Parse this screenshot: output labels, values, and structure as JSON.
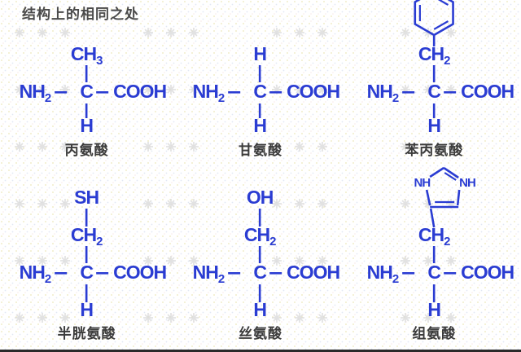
{
  "title": "结构上的相同之处",
  "colors": {
    "structure_blue": "#2a3cd2",
    "label_dark": "#3b3b3b",
    "title_dark": "#4a4a4a",
    "bottom_bar": "#2a2a2a",
    "watermark_gray": "#d9d9d9",
    "dot_yellow": "#f1ecca",
    "dot_blue": "#e2e8f4",
    "dot_pink": "#f6e7e7"
  },
  "backbone": {
    "amine": "NH2",
    "alpha_carbon": "C",
    "carboxyl": "COOH",
    "hydrogen": "H"
  },
  "structures": [
    {
      "id": "alanine",
      "name": "丙氨酸",
      "side_chain": [
        "CH3"
      ],
      "ring": null,
      "ring_labels": []
    },
    {
      "id": "glycine",
      "name": "甘氨酸",
      "side_chain": [
        "H"
      ],
      "ring": null,
      "ring_labels": []
    },
    {
      "id": "phenylalanine",
      "name": "苯丙氨酸",
      "side_chain": [
        "CH2"
      ],
      "ring": "benzene",
      "ring_labels": []
    },
    {
      "id": "cysteine",
      "name": "半胱氨酸",
      "side_chain": [
        "SH",
        "CH2"
      ],
      "ring": null,
      "ring_labels": []
    },
    {
      "id": "serine",
      "name": "丝氨酸",
      "side_chain": [
        "OH",
        "CH2"
      ],
      "ring": null,
      "ring_labels": []
    },
    {
      "id": "histidine",
      "name": "组氨酸",
      "side_chain": [
        "CH2"
      ],
      "ring": "imidazole",
      "ring_labels": [
        "NH",
        "NH"
      ]
    }
  ]
}
